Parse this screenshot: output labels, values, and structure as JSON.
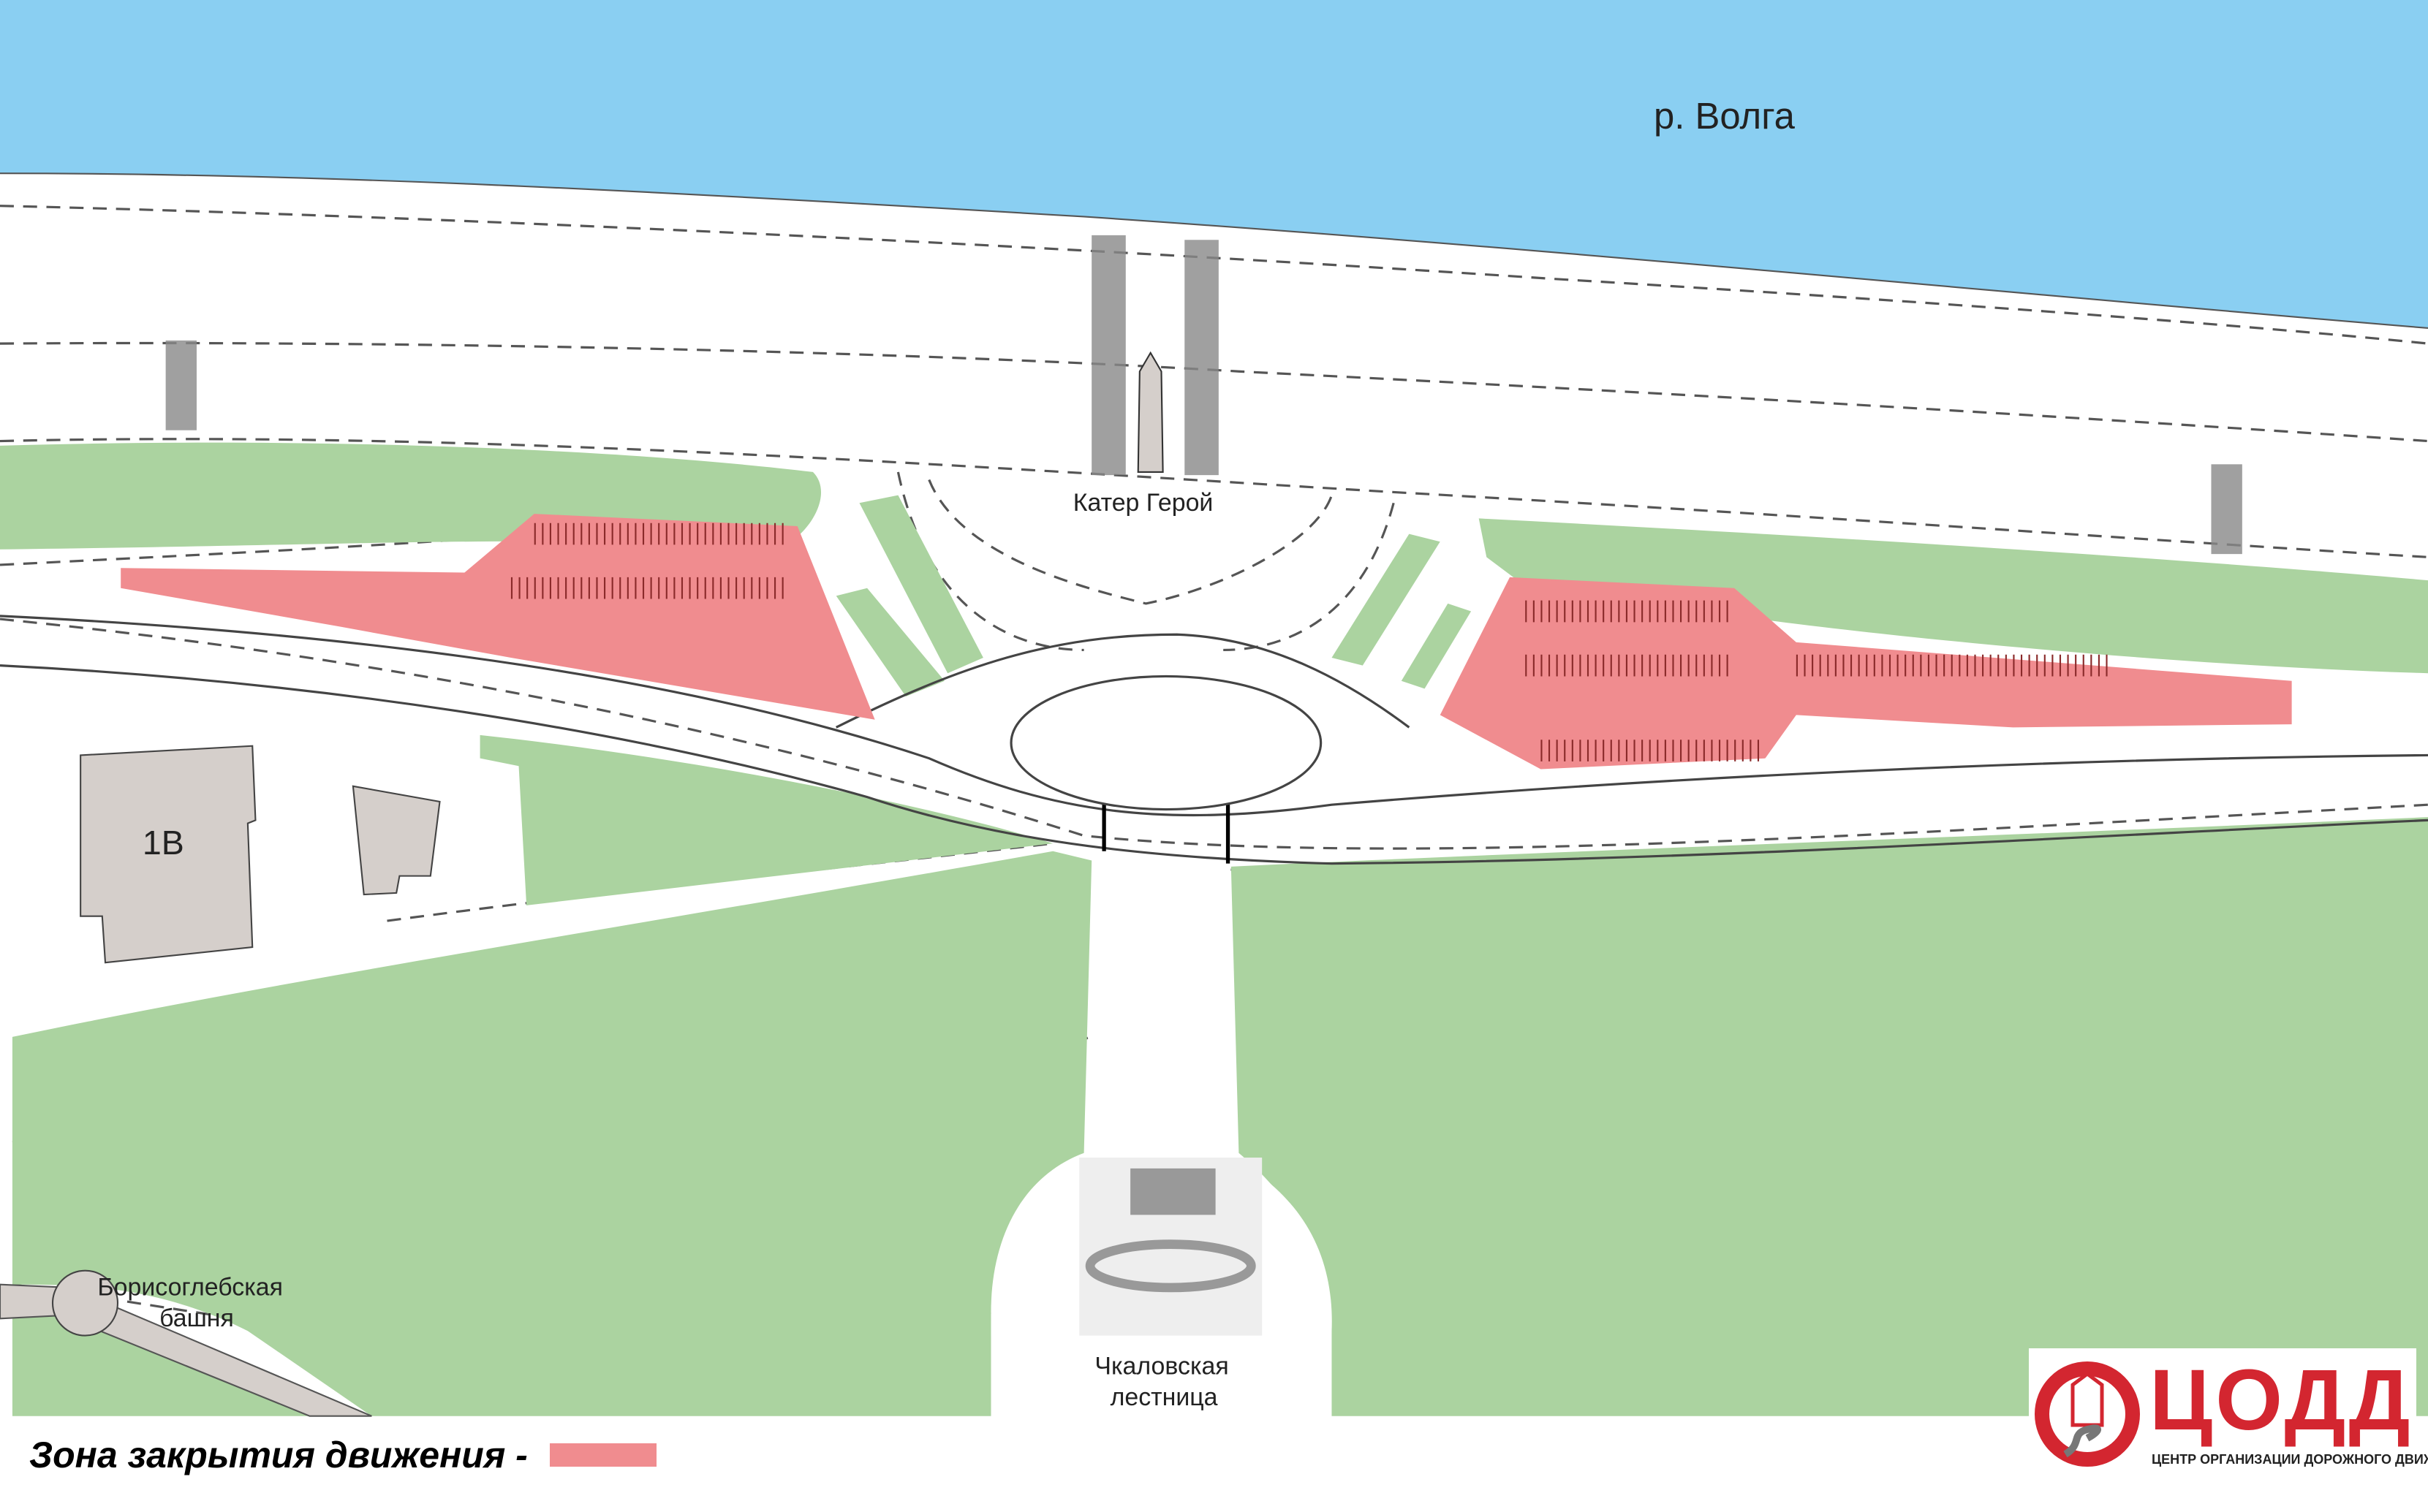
{
  "labels": {
    "river": "р. Волга",
    "monument": "Катер Герой",
    "building": "1В",
    "tower_line1": "Борисоглебская",
    "tower_line2": "башня",
    "stairs_line1": "Чкаловская",
    "stairs_line2": "лестница"
  },
  "legend": {
    "text": "Зона закрытия движения  -",
    "closure_color": "#F08C8F"
  },
  "logo": {
    "title": "ЦОДД",
    "subtitle": "ЦЕНТР ОРГАНИЗАЦИИ ДОРОЖНОГО ДВИЖЕНИЯ",
    "color": "#D32630"
  },
  "colors": {
    "water": "#8ACFF2",
    "green": "#ABD3A0",
    "building": "#D5CFCB"
  }
}
